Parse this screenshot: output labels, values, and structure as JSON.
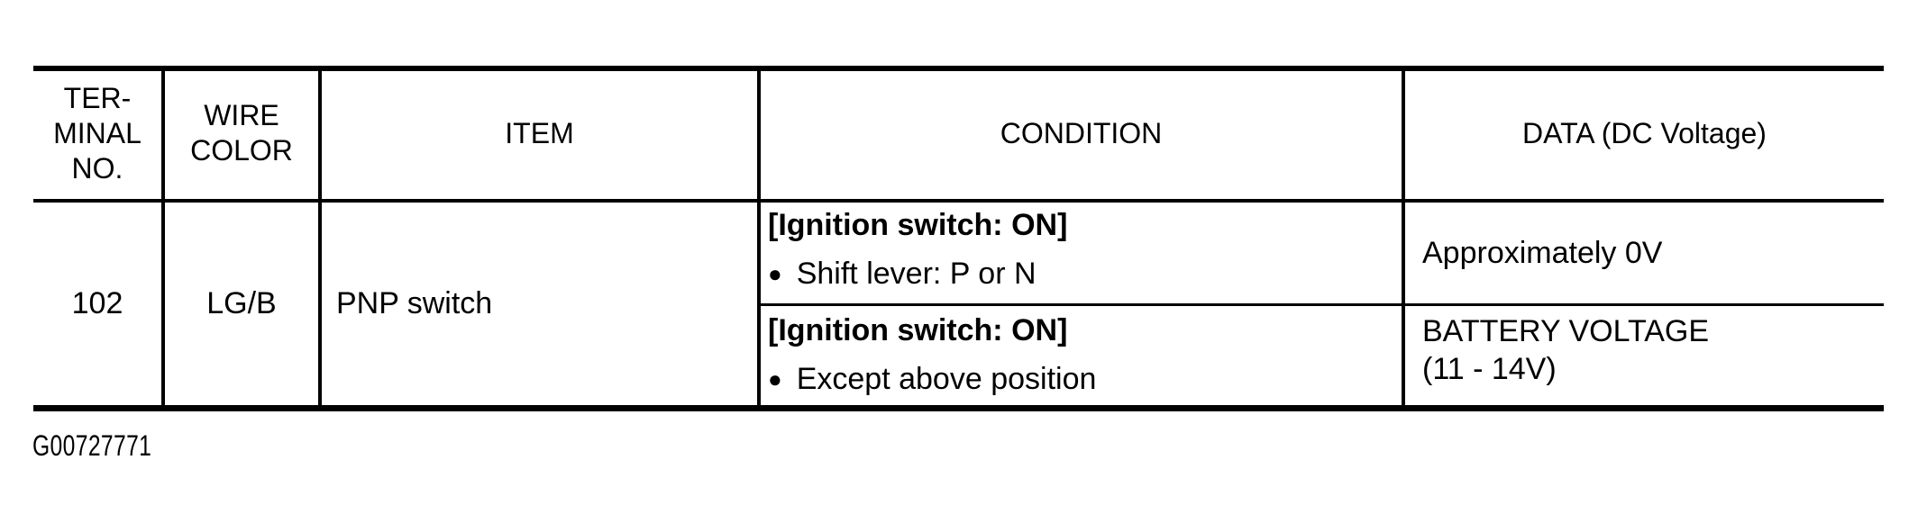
{
  "page": {
    "paper_color": "#ffffff",
    "ink_color": "#000000"
  },
  "table": {
    "headers": {
      "terminal_no": "TER-\nMINAL\nNO.",
      "wire_color": "WIRE\nCOLOR",
      "item": "ITEM",
      "condition": "CONDITION",
      "data": "DATA (DC Voltage)"
    },
    "row": {
      "terminal_no": "102",
      "wire_color": "LG/B",
      "item": "PNP switch",
      "conditions": [
        {
          "state": "[Ignition switch: ON]",
          "bullet": "●",
          "detail": "Shift lever: P or N",
          "data": "Approximately 0V"
        },
        {
          "state": "[Ignition switch: ON]",
          "bullet": "●",
          "detail": "Except above position",
          "data": "BATTERY VOLTAGE\n(11 - 14V)"
        }
      ]
    }
  },
  "footer": {
    "figure_id": "G00727771"
  }
}
